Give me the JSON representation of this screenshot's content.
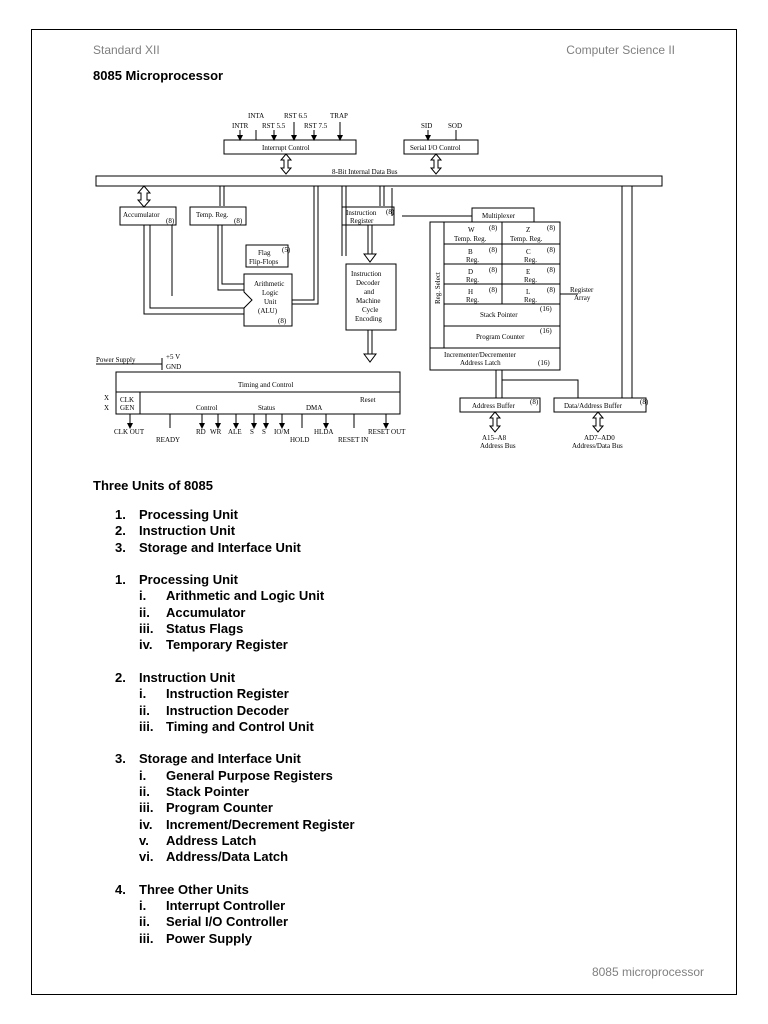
{
  "header": {
    "left": "Standard XII",
    "right": "Computer Science II"
  },
  "title": "8085 Microprocessor",
  "diagram": {
    "interrupt_pins": [
      "INTR",
      "INTA",
      "RST 5.5",
      "RST 6.5",
      "RST 7.5",
      "TRAP"
    ],
    "serial_pins": [
      "SID",
      "SOD"
    ],
    "interrupt_control": "Interrupt Control",
    "serial_control": "Serial I/O Control",
    "bus_label": "8-Bit Internal Data Bus",
    "accumulator": "Accumulator",
    "temp_reg": "Temp. Reg.",
    "flag_line1": "Flag",
    "flag_line2": "Flip-Flops",
    "alu_lines": [
      "Arithmetic",
      "Logic",
      "Unit",
      "(ALU)"
    ],
    "instr_reg_line1": "Instruction",
    "instr_reg_line2": "Register",
    "decoder_lines": [
      "Instruction",
      "Decoder",
      "and",
      "Machine",
      "Cycle",
      "Encoding"
    ],
    "multiplexer": "Multiplexer",
    "reg_select": "Reg. Select",
    "register_array_line1": "Register",
    "register_array_line2": "Array",
    "regs": {
      "w": "W",
      "z": "Z",
      "temp": "Temp. Reg.",
      "b": "B",
      "c": "C",
      "d": "D",
      "e": "E",
      "h": "H",
      "l": "L",
      "reg": "Reg."
    },
    "stack_pointer": "Stack Pointer",
    "program_counter": "Program Counter",
    "inc_dec_line1": "Incrementer/Decrementer",
    "inc_dec_line2": "Address Latch",
    "bits8": "(8)",
    "bits5": "(5)",
    "bits16": "(16)",
    "power_supply": "Power Supply",
    "plus5v": "+5 V",
    "gnd": "GND",
    "timing_control": "Timing and Control",
    "x1": "X",
    "x2": "X",
    "clk": "CLK",
    "gen": "GEN",
    "control": "Control",
    "status": "Status",
    "dma": "DMA",
    "reset": "Reset",
    "clk_out": "CLK OUT",
    "ready": "READY",
    "rd": "RD",
    "wr": "WR",
    "ale": "ALE",
    "s0": "S",
    "s1": "S",
    "io_m": "IO/M",
    "hold": "HOLD",
    "hlda": "HLDA",
    "reset_in": "RESET IN",
    "reset_out": "RESET OUT",
    "address_buffer": "Address Buffer",
    "data_address_buffer": "Data/Address Buffer",
    "address_bus_pins": "A15–A8",
    "address_bus": "Address Bus",
    "ad_bus_pins": "AD7–AD0",
    "address_data_bus": "Address/Data Bus"
  },
  "section_heading": "Three Units of 8085",
  "units_summary": [
    {
      "num": "1.",
      "label": "Processing Unit"
    },
    {
      "num": "2.",
      "label": "Instruction Unit"
    },
    {
      "num": "3.",
      "label": "Storage and Interface Unit"
    }
  ],
  "units": [
    {
      "num": "1.",
      "label": "Processing Unit",
      "items": [
        {
          "num": "i.",
          "label": "Arithmetic and Logic Unit"
        },
        {
          "num": "ii.",
          "label": "Accumulator"
        },
        {
          "num": "iii.",
          "label": "Status Flags"
        },
        {
          "num": "iv.",
          "label": "Temporary Register"
        }
      ]
    },
    {
      "num": "2.",
      "label": "Instruction Unit",
      "items": [
        {
          "num": "i.",
          "label": "Instruction Register"
        },
        {
          "num": "ii.",
          "label": "Instruction Decoder"
        },
        {
          "num": "iii.",
          "label": "Timing and Control Unit"
        }
      ]
    },
    {
      "num": "3.",
      "label": "Storage and Interface Unit",
      "items": [
        {
          "num": "i.",
          "label": "General Purpose Registers"
        },
        {
          "num": "ii.",
          "label": "Stack Pointer"
        },
        {
          "num": "iii.",
          "label": "Program Counter"
        },
        {
          "num": "iv.",
          "label": "Increment/Decrement Register"
        },
        {
          "num": "v.",
          "label": "Address Latch"
        },
        {
          "num": "vi.",
          "label": "Address/Data Latch"
        }
      ]
    },
    {
      "num": "4.",
      "label": "Three Other Units",
      "items": [
        {
          "num": "i.",
          "label": "Interrupt Controller"
        },
        {
          "num": "ii.",
          "label": "Serial I/O Controller"
        },
        {
          "num": "iii.",
          "label": "Power Supply"
        }
      ]
    }
  ],
  "footer": "8085 microprocessor"
}
